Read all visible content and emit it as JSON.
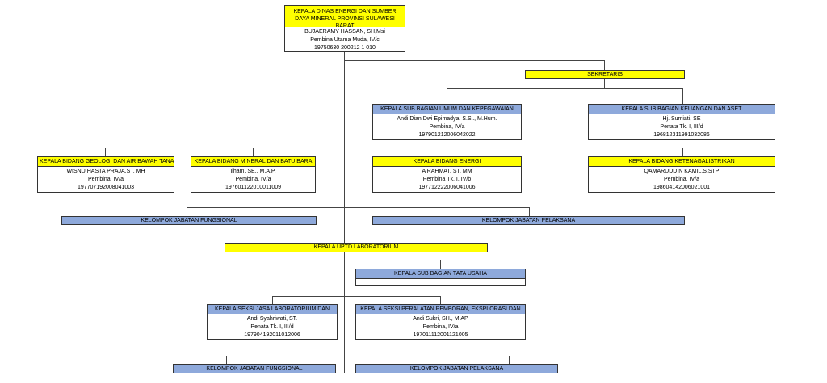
{
  "head": {
    "title": "KEPALA DINAS ENERGI DAN SUMBER DAYA MINERAL PROVINSI SULAWESI BARAT",
    "name": "BUJAERAMY HASSAN, SH,Msi",
    "rank": "Pembina Utama Muda, IV/c",
    "nip": "19750630 200212 1 010"
  },
  "sekretaris": {
    "title": "SEKRETARIS"
  },
  "subbag_umum": {
    "title": "KEPALA SUB BAGIAN UMUM DAN KEPEGAWAIAN",
    "name": "Andi Dian Dwi Epimadya, S.Si., M.Hum.",
    "rank": "Pembina, IV/a",
    "nip": "197901212006042022"
  },
  "subbag_keuangan": {
    "title": "KEPALA SUB BAGIAN KEUANGAN DAN ASET",
    "name": "Hj. Sumiati, SE",
    "rank": "Penata Tk. I, III/d",
    "nip": "196812311991032086"
  },
  "bidang_geologi": {
    "title": "KEPALA BIDANG GEOLOGI DAN AIR BAWAH TANAH",
    "name": "WISNU HASTA PRAJA,ST, MH",
    "rank": "Pembina, IV/a",
    "nip": "197707192008041003"
  },
  "bidang_mineral": {
    "title": "KEPALA BIDANG MINERAL DAN BATU BARA",
    "name": "Ilham, SE., M.A.P.",
    "rank": "Pembina, IV/a",
    "nip": "197601122010011009"
  },
  "bidang_energi": {
    "title": "KEPALA BIDANG ENERGI",
    "name": "A RAHMAT, ST, MM",
    "rank": "Pembina Tk. I, IV/b",
    "nip": "197712222006041006"
  },
  "bidang_listrik": {
    "title": "KEPALA BIDANG KETENAGALISTRIKAN",
    "name": "QAMARUDDIN KAMIL,S.STP",
    "rank": "Pembina, IV/a",
    "nip": "198604142006021001"
  },
  "kelompok_fungsional_1": "KELOMPOK JABATAN FUNGSIONAL",
  "kelompok_pelaksana_1": "KELOMPOK JABATAN PELAKSANA",
  "uptd": {
    "title": "KEPALA UPTD LABORATORIUM"
  },
  "subbag_tata_usaha": {
    "title": "KEPALA SUB BAGIAN TATA USAHA"
  },
  "seksi_jasa": {
    "title": "KEPALA SEKSI JASA LABORATORIUM DAN",
    "name": "Andi Syahriwati, ST.",
    "rank": "Penata Tk. I, III/d",
    "nip": "197904192011012006"
  },
  "seksi_peralatan": {
    "title": "KEPALA SEKSI PERALATAN PEMBORAN, EKSPLORASI DAN",
    "name": "Andi Sukri, SH., M.AP",
    "rank": "Pembina, IV/a",
    "nip": "197011112001121005"
  },
  "kelompok_fungsional_2": "KELOMPOK JABATAN FUNGSIONAL",
  "kelompok_pelaksana_2": "KELOMPOK JABATAN PELAKSANA",
  "colors": {
    "yellow": "#ffff00",
    "blue": "#8ea9db",
    "line": "#444444"
  }
}
